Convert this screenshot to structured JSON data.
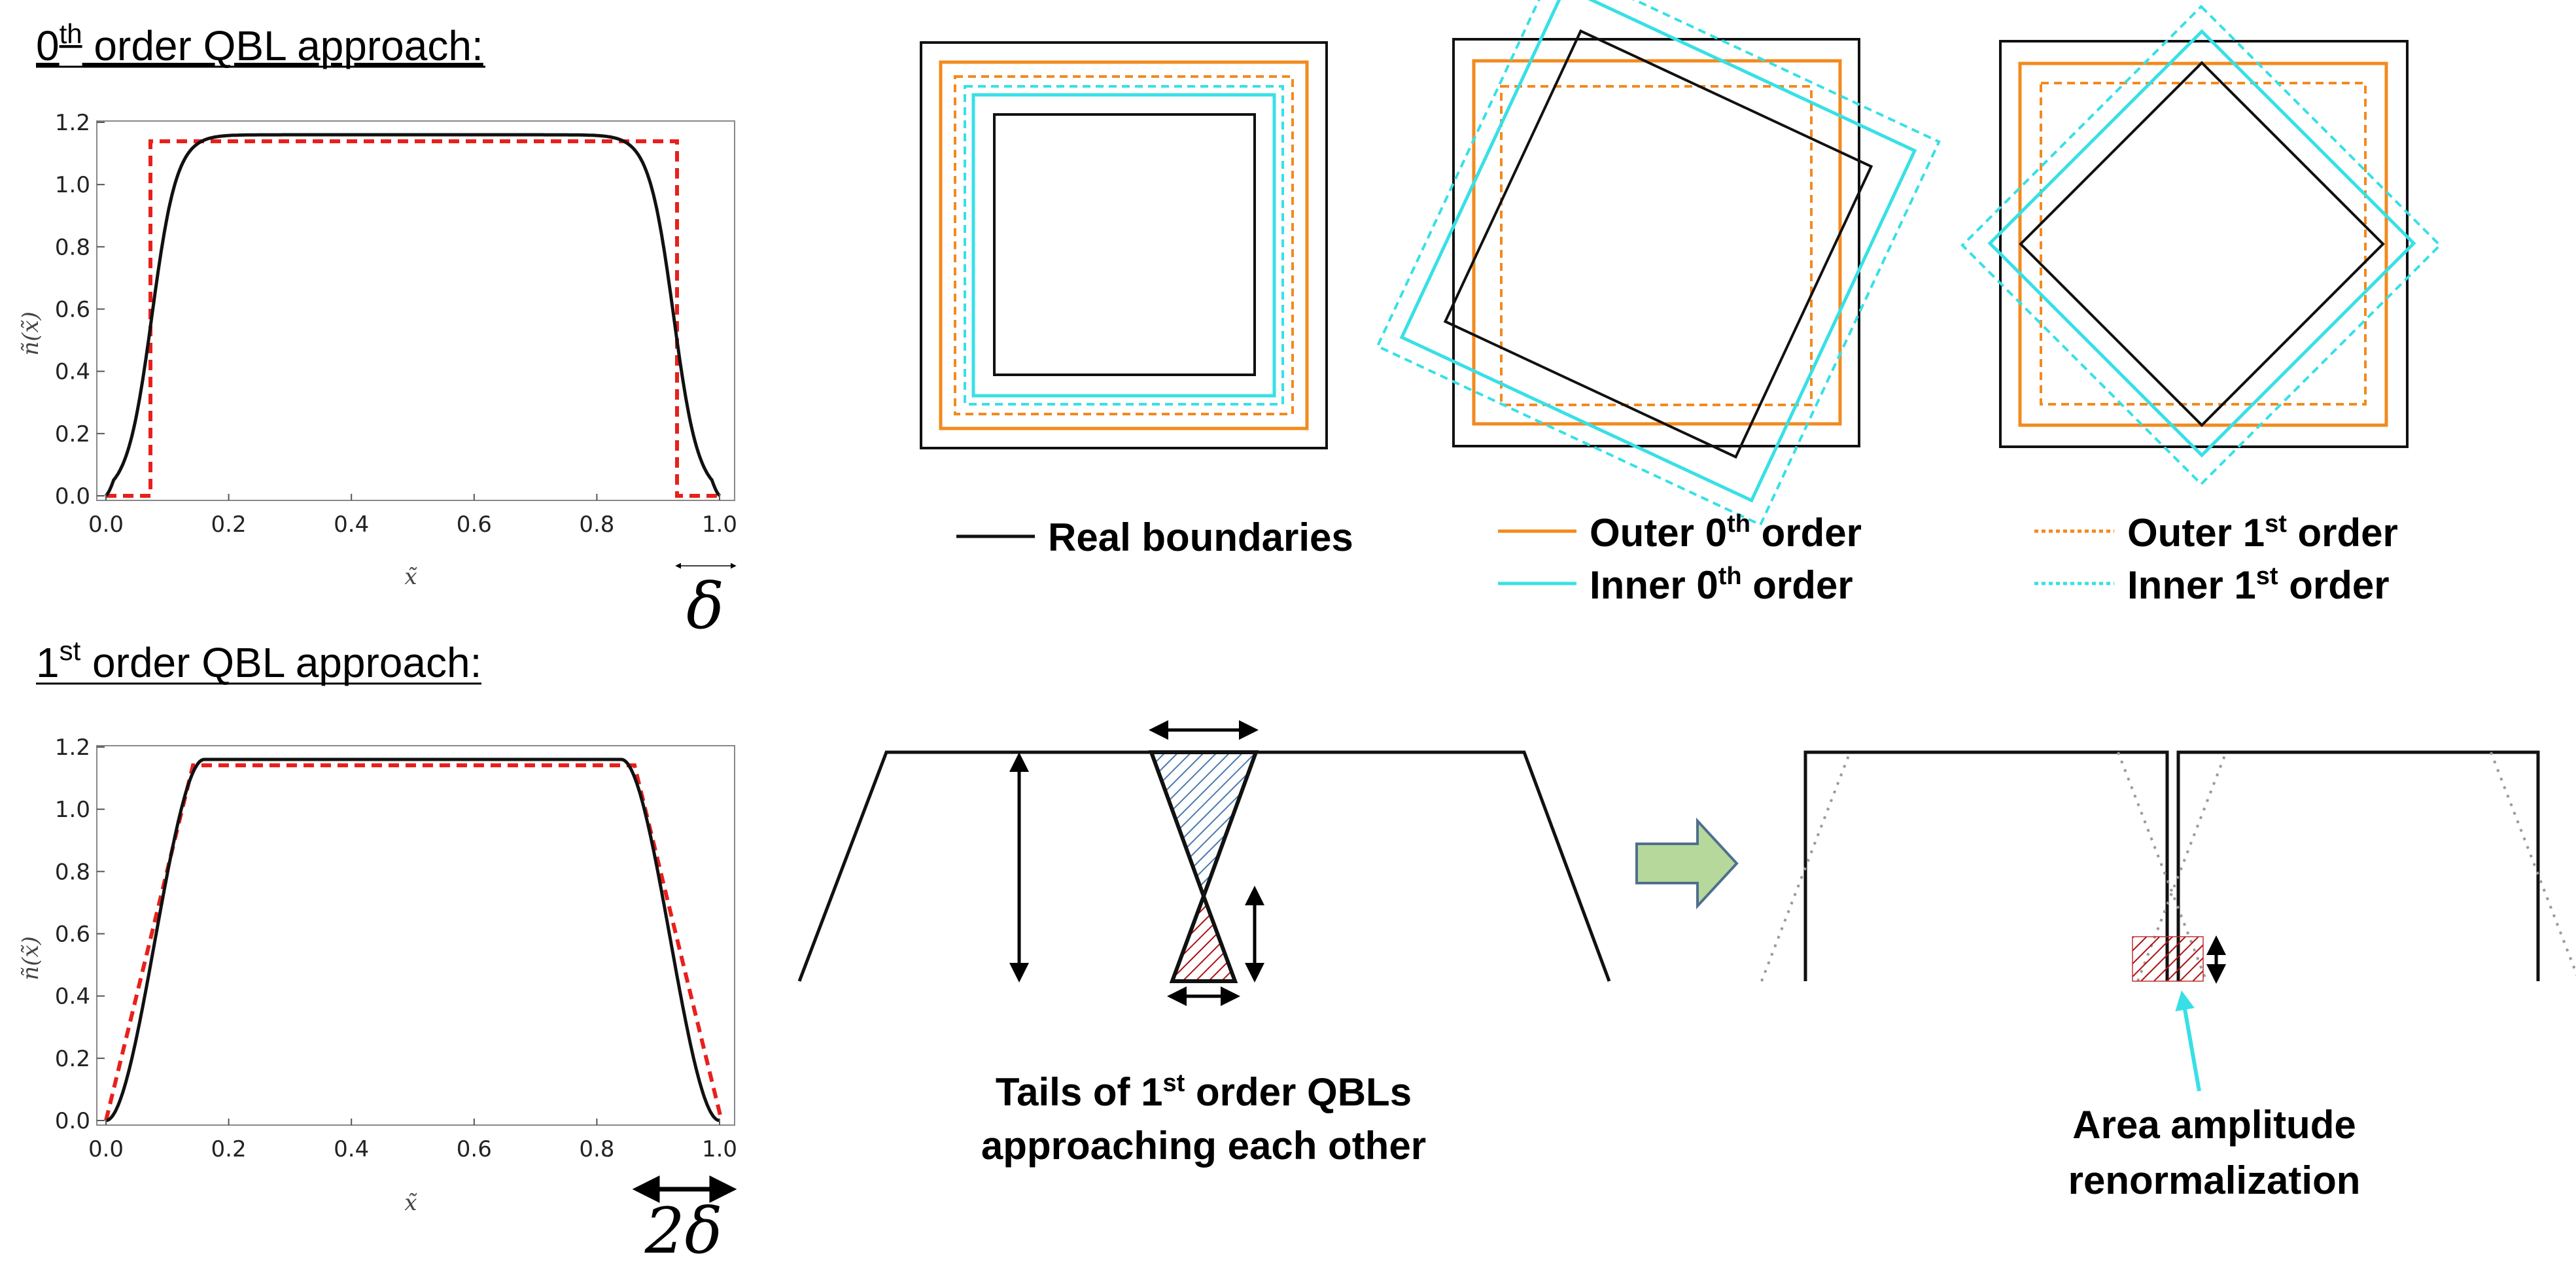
{
  "headings": {
    "zeroth": {
      "ord": "0",
      "sup": "th",
      "rest": " order QBL approach:"
    },
    "first": {
      "ord": "1",
      "sup": "st",
      "rest": " order QBL approach:"
    }
  },
  "plot_top": {
    "x_ticks": [
      "0.0",
      "0.2",
      "0.4",
      "0.6",
      "0.8",
      "1.0"
    ],
    "y_ticks": [
      "0.0",
      "0.2",
      "0.4",
      "0.6",
      "0.8",
      "1.0",
      "1.2"
    ],
    "xlabel": "x̃",
    "ylabel": "ñ(x̃)",
    "delta_label": "δ"
  },
  "plot_bottom": {
    "x_ticks": [
      "0.0",
      "0.2",
      "0.4",
      "0.6",
      "0.8",
      "1.0"
    ],
    "y_ticks": [
      "0.0",
      "0.2",
      "0.4",
      "0.6",
      "0.8",
      "1.0",
      "1.2"
    ],
    "xlabel": "x̃",
    "ylabel": "ñ(x̃)",
    "delta_label": "2δ"
  },
  "legend": {
    "real": "Real boundaries",
    "outer0": {
      "pre": "Outer 0",
      "sup": "th",
      "post": " order"
    },
    "inner0": {
      "pre": "Inner 0",
      "sup": "th",
      "post": " order"
    },
    "outer1": {
      "pre": "Outer 1",
      "sup": "st",
      "post": " order"
    },
    "inner1": {
      "pre": "Inner 1",
      "sup": "st",
      "post": " order"
    }
  },
  "captions": {
    "tails_line1": {
      "pre": "Tails of 1",
      "sup": "st",
      "post": " order QBLs"
    },
    "tails_line2": "approaching each other",
    "area_line1": "Area amplitude",
    "area_line2": "renormalization"
  },
  "colors": {
    "orange": "#f28a1e",
    "cyan": "#37e0e6",
    "red": "#e8201c",
    "black": "#000000",
    "blue_hatch": "#4a7ab0",
    "red_hatch": "#b01010",
    "arrow_fill": "#b6d89a",
    "arrow_stroke": "#4f6f8f",
    "grid_gray": "#9a9a9a"
  }
}
